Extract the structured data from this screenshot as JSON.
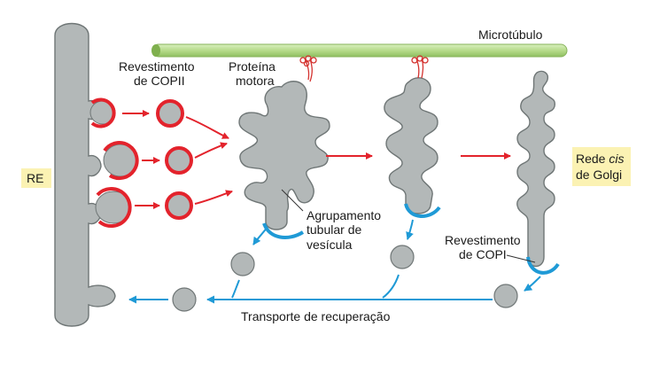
{
  "labels": {
    "microtubule": "Microtúbulo",
    "copii_line1": "Revestimento",
    "copii_line2": "de COPII",
    "motor_line1": "Proteína",
    "motor_line2": "motora",
    "er": "RE",
    "cluster_line1": "Agrupamento",
    "cluster_line2": "tubular de",
    "cluster_line3": "vesícula",
    "cis_line1_a": "Rede ",
    "cis_line1_b": "cis",
    "cis_line2": "de Golgi",
    "copi_line1": "Revestimento",
    "copi_line2": "de COPI",
    "retrieval": "Transporte de recuperação"
  },
  "colors": {
    "membrane_fill": "#b3b8b8",
    "membrane_stroke": "#6f7676",
    "copii_coat": "#e3232c",
    "copi_coat": "#1f9ad6",
    "forward_arrow": "#e3232c",
    "retrieval_arrow": "#1f9ad6",
    "microtubule": "#b6db8a",
    "label_box": "#fbf2b3"
  }
}
